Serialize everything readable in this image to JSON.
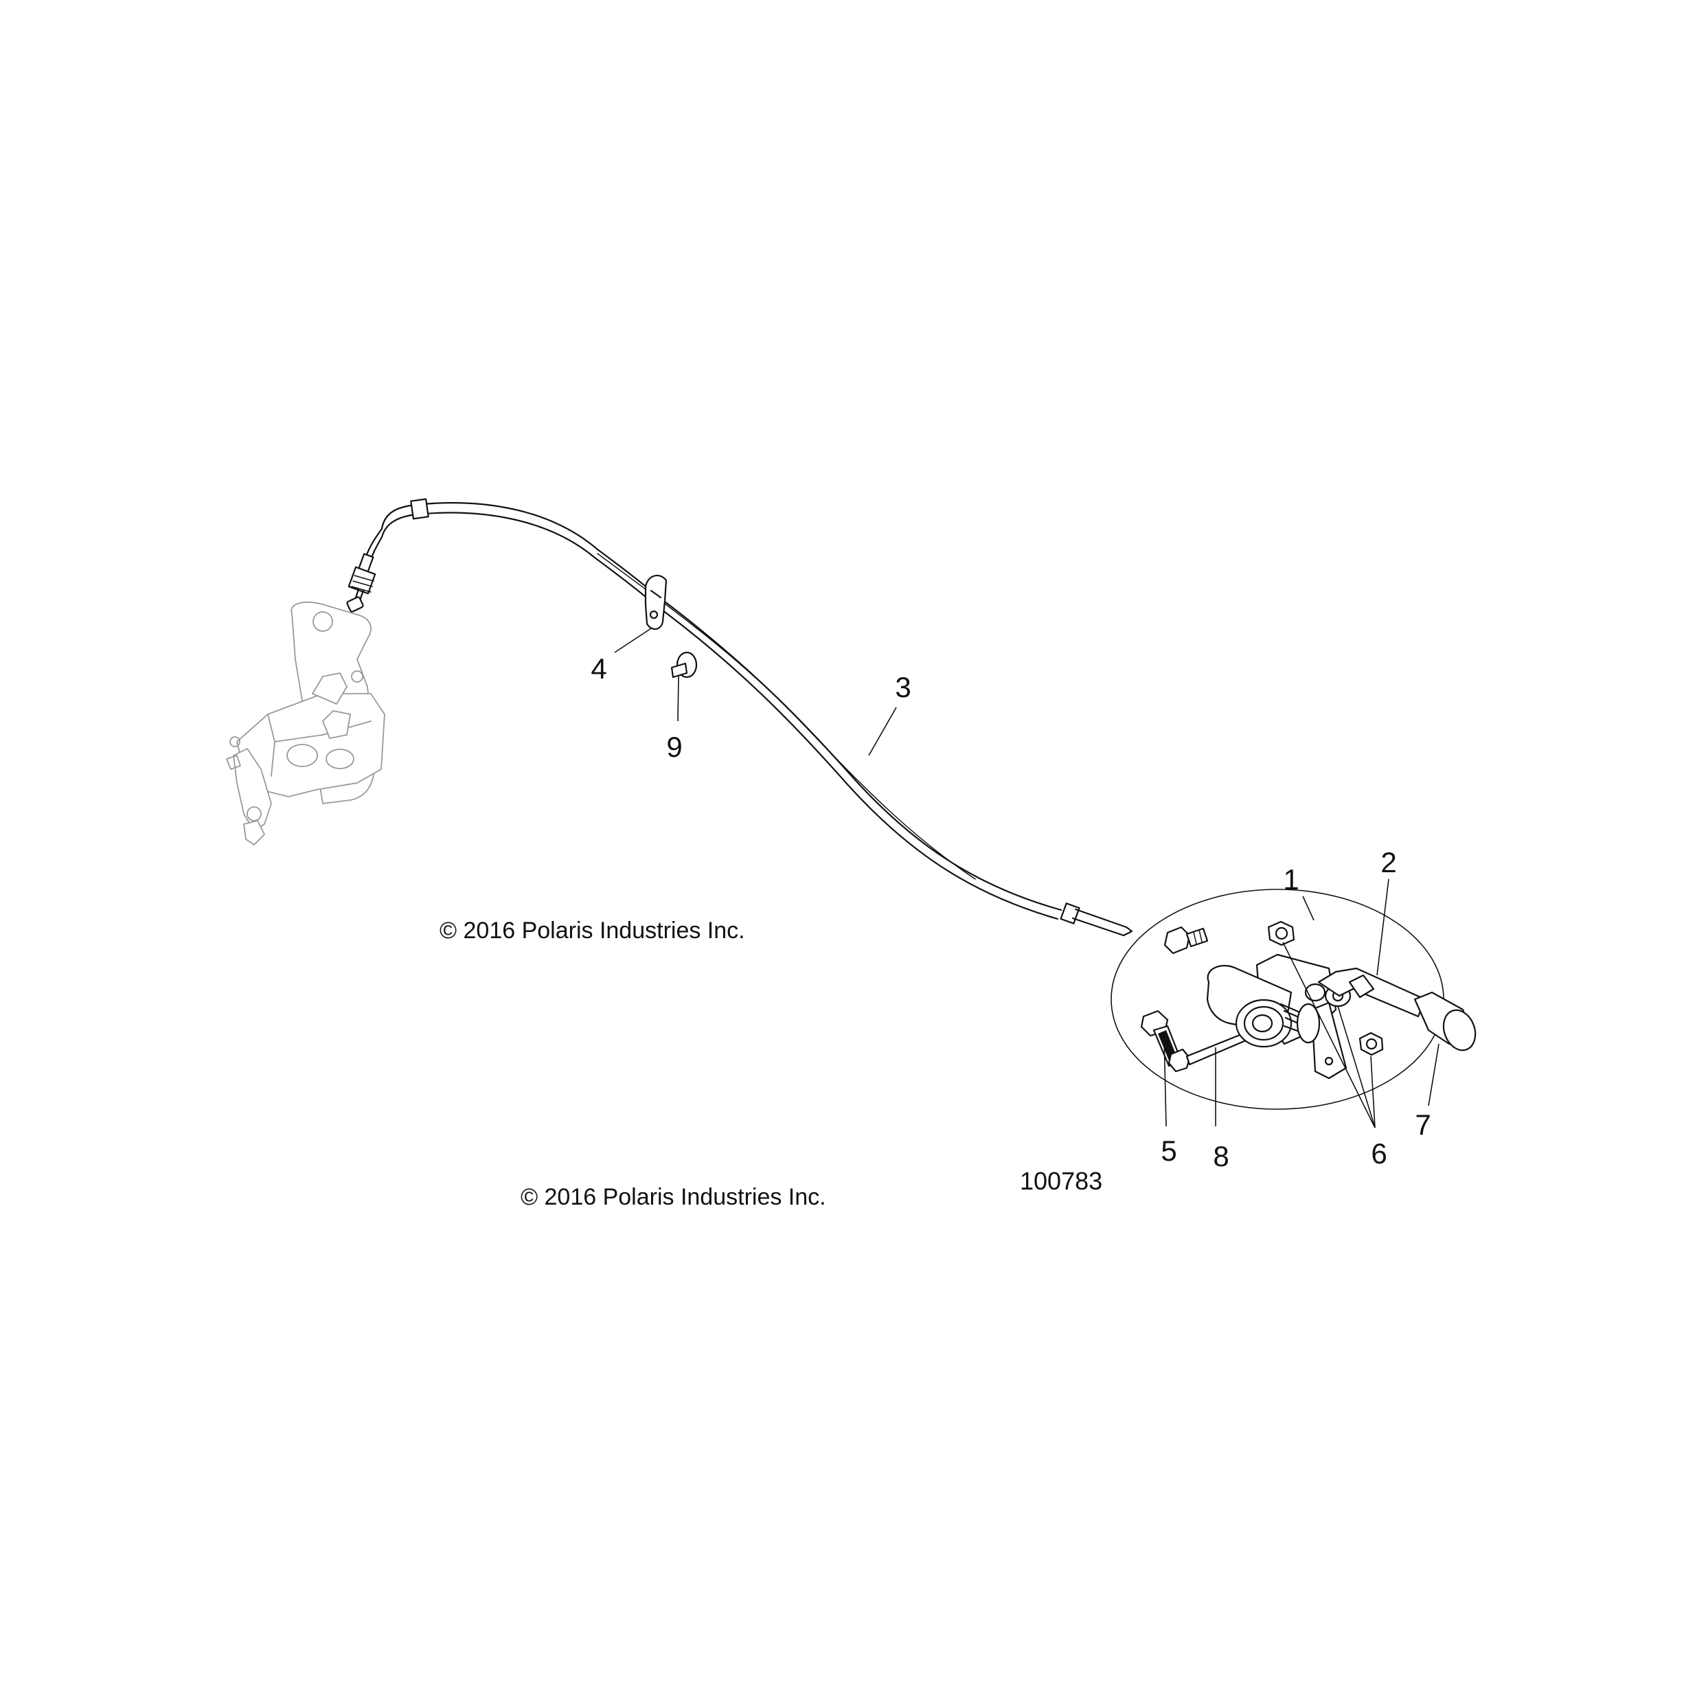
{
  "callouts": {
    "c1": "1",
    "c2": "2",
    "c3": "3",
    "c4": "4",
    "c5": "5",
    "c6": "6",
    "c7": "7",
    "c8": "8",
    "c9": "9"
  },
  "copyright_upper": "© 2016 Polaris Industries Inc.",
  "copyright_lower": "© 2016 Polaris Industries Inc.",
  "part_number": "100783"
}
